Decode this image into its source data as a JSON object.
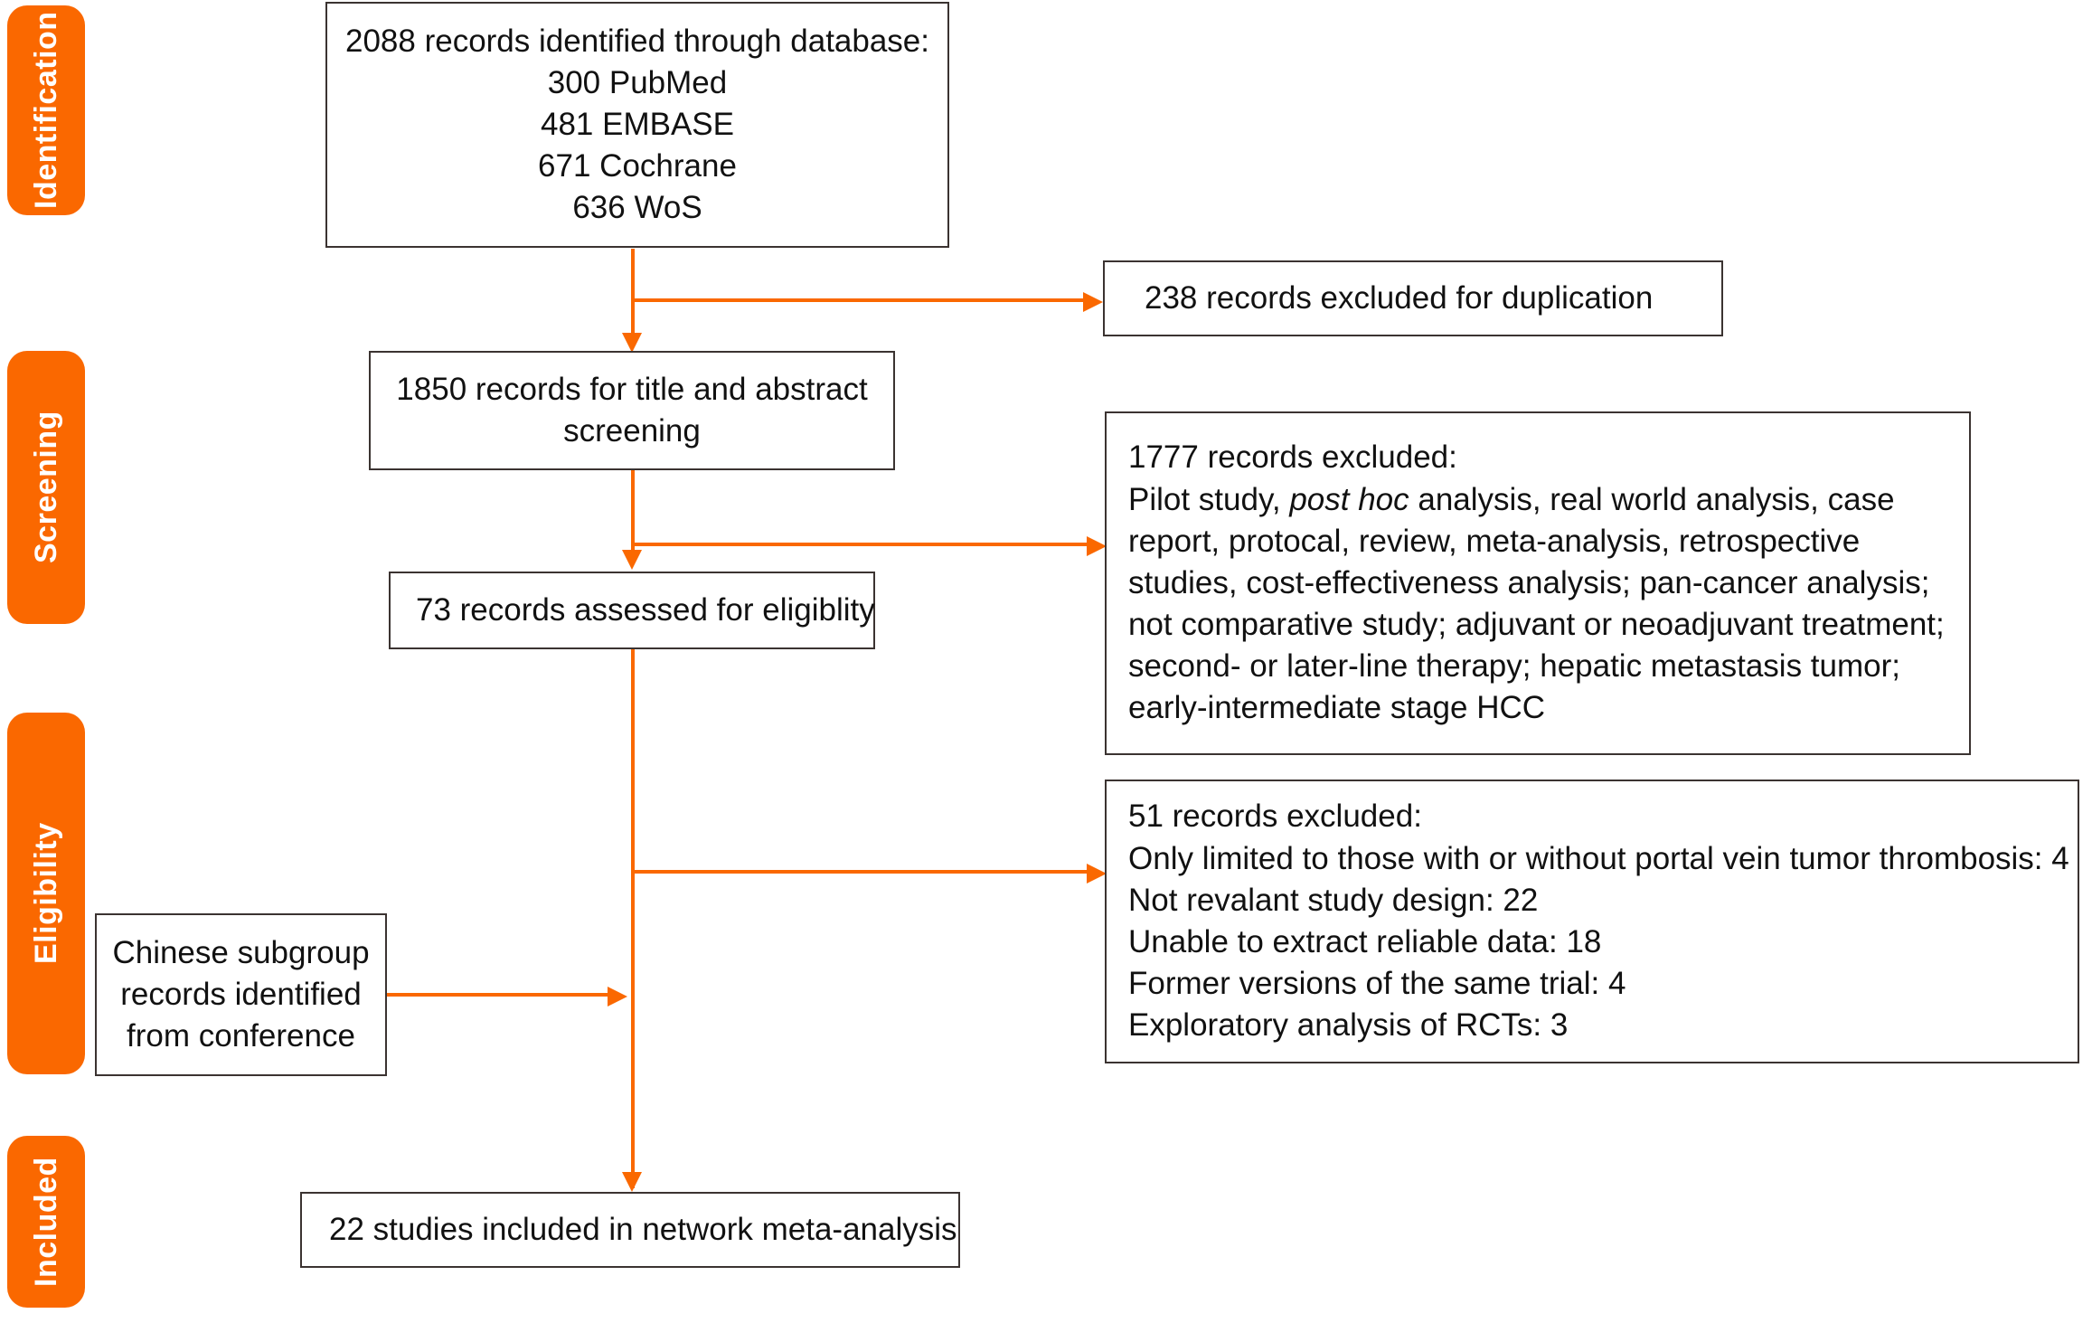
{
  "diagram": {
    "type": "prisma-flow-diagram",
    "accent_color": "#FA6800",
    "box_border_color": "#3B3331",
    "background": "#FFFFFF"
  },
  "stages": [
    {
      "id": "identification",
      "label": "Identification"
    },
    {
      "id": "screening",
      "label": "Screening"
    },
    {
      "id": "eligibility",
      "label": "Eligibility"
    },
    {
      "id": "included",
      "label": "Included"
    }
  ],
  "boxes": {
    "identified": {
      "lines": [
        "2088 records identified through database:",
        "300 PubMed",
        "481 EMBASE",
        "671 Cochrane",
        "636 WoS"
      ]
    },
    "duplicates_excluded": {
      "lines": [
        "238 records excluded for duplication"
      ]
    },
    "title_abstract": {
      "lines": [
        "1850 records for title and abstract",
        "screening"
      ]
    },
    "screening_excluded": {
      "heading": "1777 records excluded:",
      "lines": [
        "Pilot study, ",
        "post hoc",
        " analysis, real world analysis, case",
        "report, protocal, review, meta-analysis, retrospective",
        "studies, cost-effectiveness analysis; pan-cancer analysis;",
        "not comparative study; adjuvant or neoadjuvant treatment;",
        "second- or later-line therapy; hepatic metastasis tumor;",
        "early-intermediate stage HCC"
      ],
      "line_1": "Pilot study, post hoc analysis, real world analysis, case",
      "line_1_pre": "Pilot study, ",
      "line_1_ital": "post hoc",
      "line_1_post": " analysis, real world analysis, case",
      "line_2": "report, protocal, review, meta-analysis, retrospective",
      "line_3": "studies, cost-effectiveness analysis; pan-cancer analysis;",
      "line_4": "not comparative study; adjuvant or neoadjuvant treatment;",
      "line_5": "second- or later-line therapy; hepatic metastasis tumor;",
      "line_6": "early-intermediate stage HCC"
    },
    "assessed": {
      "lines": [
        "73 records assessed for eligiblity"
      ]
    },
    "eligibility_excluded": {
      "heading": "51 records excluded:",
      "reasons": [
        "Only limited to those with or without portal vein tumor thrombosis: 4",
        "Not revalant study design: 22",
        "Unable to extract reliable data: 18",
        "Former versions of the same trial: 4",
        "Exploratory analysis of RCTs: 3"
      ]
    },
    "conference_records": {
      "lines": [
        "Chinese subgroup",
        "records identified",
        "from conference"
      ]
    },
    "included_studies": {
      "lines": [
        "22 studies included in network meta-analysis"
      ]
    }
  }
}
